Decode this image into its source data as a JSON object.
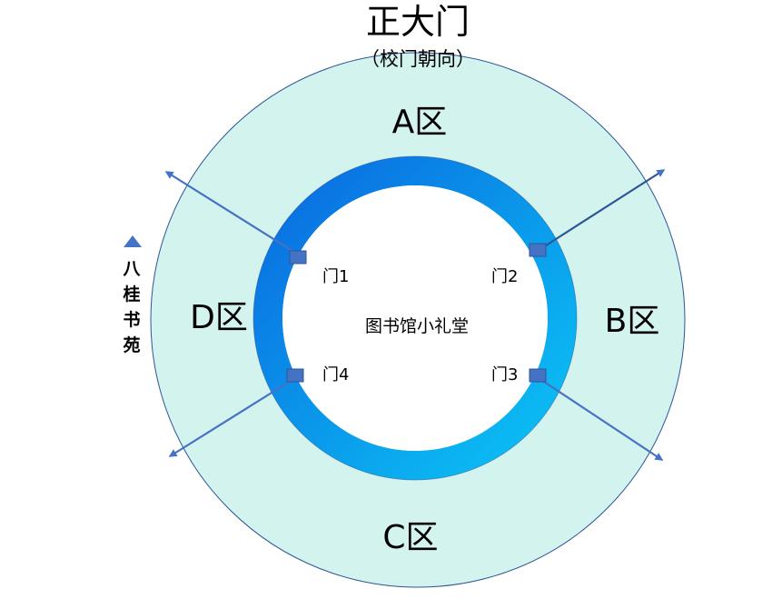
{
  "title": "正大门",
  "subtitle": "（校门朝向）",
  "center_label": "图书馆小礼堂",
  "zones": {
    "a": "A区",
    "b": "B区",
    "c": "C区",
    "d": "D区"
  },
  "gates": {
    "g1": "门1",
    "g2": "门2",
    "g3": "门3",
    "g4": "门4"
  },
  "side_label": {
    "c1": "八",
    "c2": "桂",
    "c3": "书",
    "c4": "苑"
  },
  "colors": {
    "outer_ring_fill": "#d3f3ef",
    "outer_ring_stroke": "#2f5597",
    "inner_ring_dark": "#0a6fe0",
    "inner_ring_light": "#0bbcf2",
    "gate_marker": "#4472c4",
    "arrow": "#4472c4"
  }
}
